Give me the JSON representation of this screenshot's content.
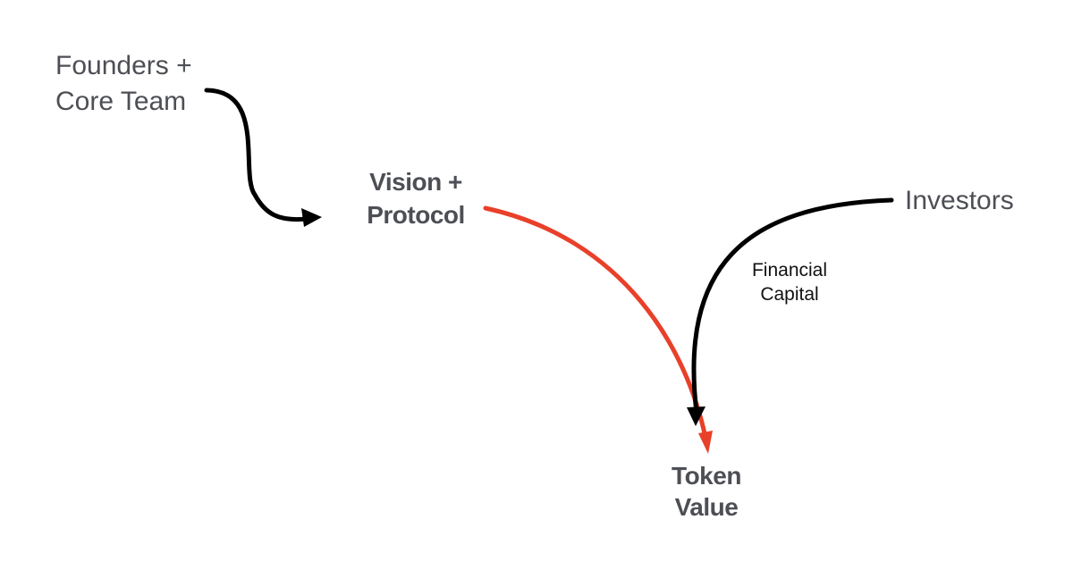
{
  "nodes": {
    "founders": {
      "line1": "Founders +",
      "line2": "Core Team"
    },
    "vision": {
      "line1": "Vision +",
      "line2": "Protocol"
    },
    "investors": {
      "label": "Investors"
    },
    "token": {
      "line1": "Token",
      "line2": "Value"
    }
  },
  "edges": {
    "capital": {
      "line1": "Financial",
      "line2": "Capital"
    }
  },
  "colors": {
    "text": "#4d4f55",
    "black_arrow": "#000000",
    "red_arrow": "#e8402a",
    "background": "#ffffff"
  }
}
